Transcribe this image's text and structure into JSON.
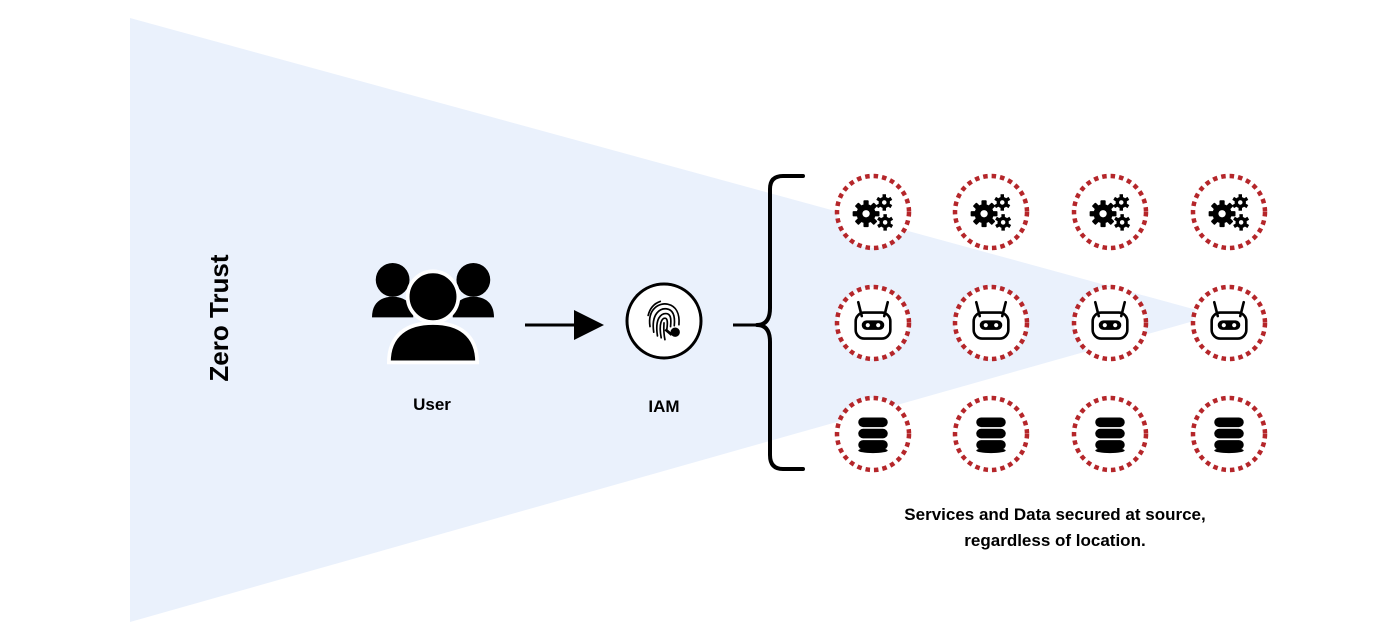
{
  "title": "Zero Trust",
  "nodes": {
    "user": {
      "label": "User",
      "icon": "users-group-icon"
    },
    "iam": {
      "label": "IAM",
      "icon": "fingerprint-key-icon"
    }
  },
  "resources": {
    "rows": [
      {
        "type": "service",
        "icon": "gears-icon",
        "count": 4
      },
      {
        "type": "bot",
        "icon": "robot-icon",
        "count": 4
      },
      {
        "type": "data",
        "icon": "database-icon",
        "count": 4
      }
    ],
    "ring_color": "#b5262a"
  },
  "caption": {
    "line1": "Services and Data secured at source,",
    "line2": "regardless of location."
  },
  "colors": {
    "cone": "#eaf1fc",
    "ink": "#000000"
  }
}
